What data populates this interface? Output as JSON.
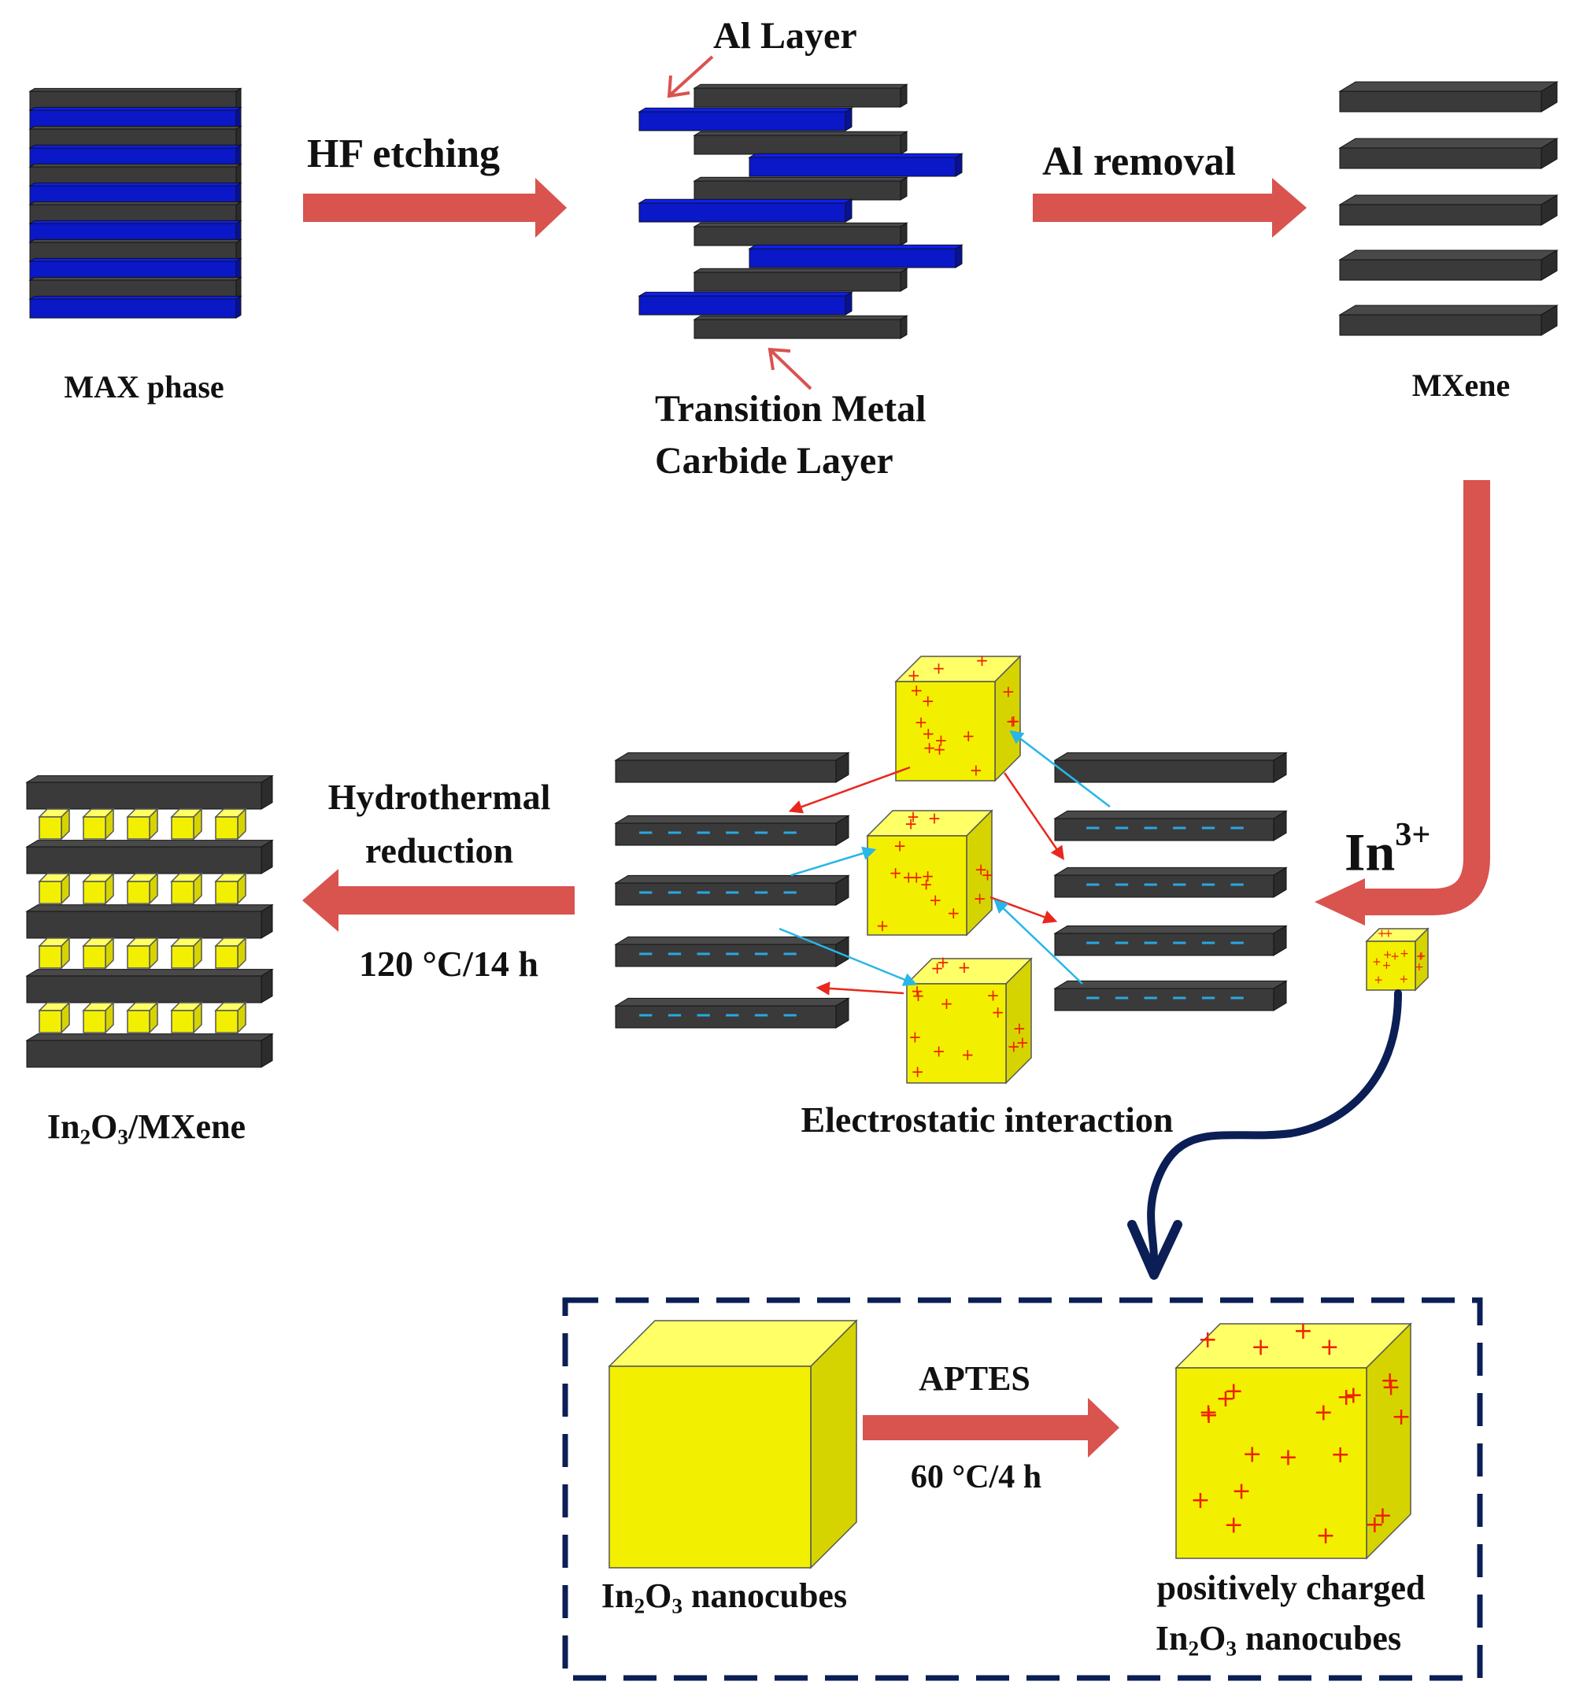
{
  "labels": {
    "max_phase": "MAX phase",
    "hf_etching": "HF etching",
    "al_layer": "Al Layer",
    "tmc_line1": "Transition Metal",
    "tmc_line2": "Carbide Layer",
    "al_removal": "Al removal",
    "mxene": "MXene",
    "ion_base": "In",
    "ion_charge": "3+",
    "hydro_line1": "Hydrothermal",
    "hydro_line2": "reduction",
    "hydro_cond": "120 °C/14 h",
    "composite_a": "In",
    "composite_sub1": "2",
    "composite_b": "O",
    "composite_sub2": "3",
    "composite_c": "/MXene",
    "electrostatic": "Electrostatic interaction",
    "aptes": "APTES",
    "aptes_cond": "60 °C/4 h",
    "nano_a": "In",
    "nano_sub1": "2",
    "nano_b": "O",
    "nano_sub2": "3",
    "nano_c": " nanocubes",
    "pos_line1": "positively charged",
    "pos_a": "In",
    "pos_sub1": "2",
    "pos_b": "O",
    "pos_sub2": "3",
    "pos_c": " nanocubes"
  },
  "symbols": {
    "positive_charge": "+",
    "negative_charge": "−"
  },
  "colors": {
    "slab": "#3a3a3a",
    "al_layer": "#0a18c8",
    "arrow": "#d9534f",
    "cube": "#f2f000",
    "plus": "#ee2200",
    "minus": "#29a8e0",
    "curve": "#0b1e55",
    "dashed_box": "#0b1e55"
  }
}
